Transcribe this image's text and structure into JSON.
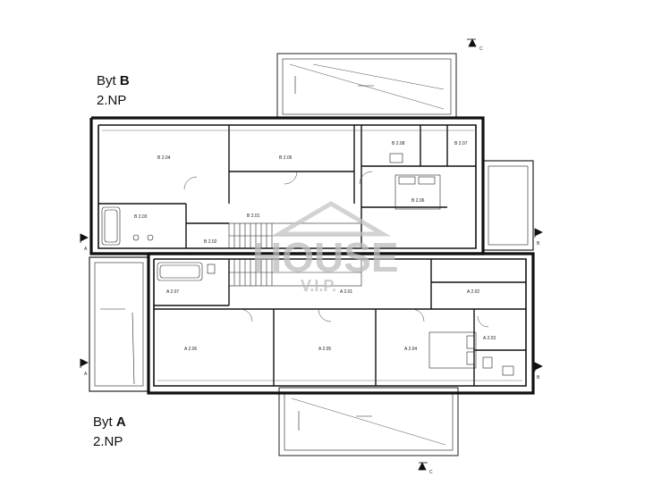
{
  "labels": {
    "byt_b_word": "Byt",
    "byt_b_letter": "B",
    "byt_b_floor": "2.NP",
    "byt_a_word": "Byt",
    "byt_a_letter": "A",
    "byt_a_floor": "2.NP"
  },
  "watermark": {
    "main": "HOUSE",
    "sub": "V.I.P."
  },
  "rooms_b": [
    "B 2.04",
    "B 2.05",
    "B 2.08",
    "B 2.07",
    "B 2.06",
    "B 2.03",
    "B 2.01",
    "B 2.02"
  ],
  "rooms_a": [
    "A 2.07",
    "A 2.01",
    "A 2.02",
    "A 2.06",
    "A 2.05",
    "A 2.04",
    "A 2.03"
  ],
  "section_marks": [
    "A",
    "A",
    "B",
    "B",
    "C",
    "C"
  ]
}
